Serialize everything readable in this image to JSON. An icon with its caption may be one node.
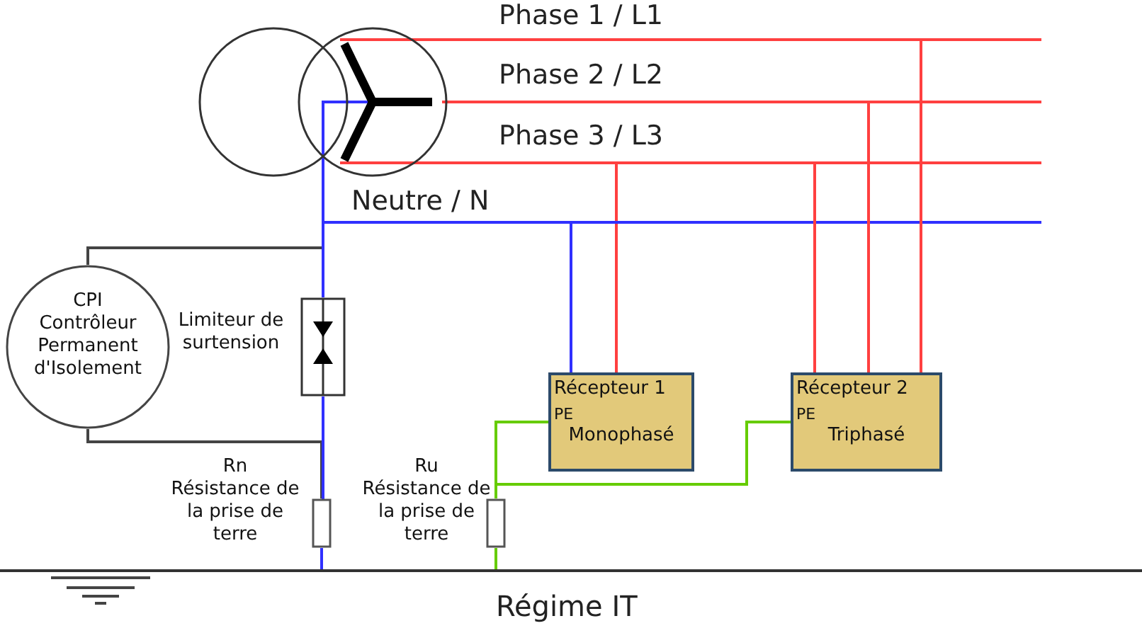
{
  "diagram": {
    "caption": "Régime IT",
    "nodes": [
      {
        "text": [],
        "shape": "circle"
      },
      {
        "text": [
          "CPI",
          "Contrôleur Permanent d'Isolement"
        ]
      },
      {
        "text": [
          "Limiteur de surtension"
        ]
      },
      {
        "text": [
          "Récepteur 1",
          "PE",
          "Monophasé"
        ]
      },
      {
        "text": [
          "Récepteur 2",
          "PE",
          "Triphasé"
        ]
      },
      {
        "text": [
          "Rn",
          "Résistance de la prise de terre"
        ]
      },
      {
        "text": [
          "Ru",
          "Résistance de la prise de terre"
        ]
      },
      {
        "text": [],
        "shape": "bar"
      }
    ],
    "edges": [
      {
        "from": 0,
        "to": 3,
        "arrow": "none",
        "color": "#ff4040"
      },
      {
        "from": 0,
        "to": 3,
        "arrow": "none",
        "color": "#3030ff"
      },
      {
        "from": 0,
        "to": 4,
        "arrow": "none",
        "color": "#ff4040"
      },
      {
        "from": 0,
        "to": 4,
        "arrow": "none",
        "color": "#ff4040"
      },
      {
        "from": 0,
        "to": 4,
        "arrow": "none",
        "color": "#ff4040"
      },
      {
        "from": 0,
        "to": 1,
        "arrow": "none",
        "color": "#444444"
      },
      {
        "from": 0,
        "to": 2,
        "arrow": "none",
        "color": "#3030ff"
      },
      {
        "from": 1,
        "to": 5,
        "arrow": "none",
        "color": "#444444"
      },
      {
        "from": 2,
        "to": 5,
        "arrow": "none",
        "color": "#3030ff"
      },
      {
        "from": 5,
        "to": 7,
        "arrow": "none",
        "color": "#3030ff"
      },
      {
        "from": 3,
        "to": 6,
        "arrow": "none",
        "color": "#66cc00"
      },
      {
        "from": 4,
        "to": 6,
        "arrow": "none",
        "color": "#66cc00"
      },
      {
        "from": 6,
        "to": 7,
        "arrow": "none",
        "color": "#66cc00"
      }
    ],
    "labels": [
      "Phase 1 / L1",
      "Phase 2 / L2",
      "Phase 3 / L3",
      "Neutre / N"
    ]
  }
}
